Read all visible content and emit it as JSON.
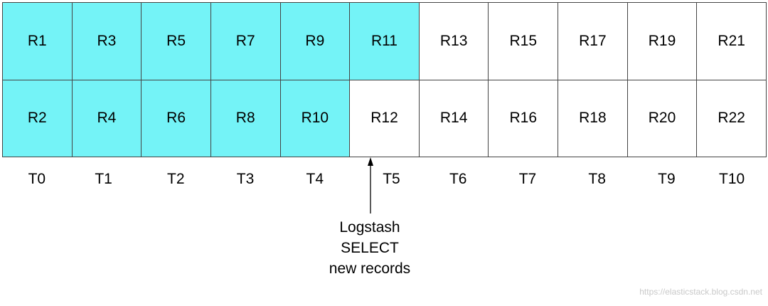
{
  "colors": {
    "highlight": "#74f3f7",
    "border": "#444444",
    "watermark": "#c9c9c9"
  },
  "grid": {
    "rows": [
      [
        {
          "label": "R1",
          "read": true
        },
        {
          "label": "R3",
          "read": true
        },
        {
          "label": "R5",
          "read": true
        },
        {
          "label": "R7",
          "read": true
        },
        {
          "label": "R9",
          "read": true
        },
        {
          "label": "R11",
          "read": true
        },
        {
          "label": "R13",
          "read": false
        },
        {
          "label": "R15",
          "read": false
        },
        {
          "label": "R17",
          "read": false
        },
        {
          "label": "R19",
          "read": false
        },
        {
          "label": "R21",
          "read": false
        }
      ],
      [
        {
          "label": "R2",
          "read": true
        },
        {
          "label": "R4",
          "read": true
        },
        {
          "label": "R6",
          "read": true
        },
        {
          "label": "R8",
          "read": true
        },
        {
          "label": "R10",
          "read": true
        },
        {
          "label": "R12",
          "read": false
        },
        {
          "label": "R14",
          "read": false
        },
        {
          "label": "R16",
          "read": false
        },
        {
          "label": "R18",
          "read": false
        },
        {
          "label": "R20",
          "read": false
        },
        {
          "label": "R22",
          "read": false
        }
      ]
    ]
  },
  "time_labels": [
    "T0",
    "T1",
    "T2",
    "T3",
    "T4",
    "T5",
    "T6",
    "T7",
    "T8",
    "T9",
    "T10"
  ],
  "annotation": {
    "lines": [
      "Logstash",
      "SELECT",
      "new records"
    ]
  },
  "watermark": "https://elasticstack.blog.csdn.net"
}
